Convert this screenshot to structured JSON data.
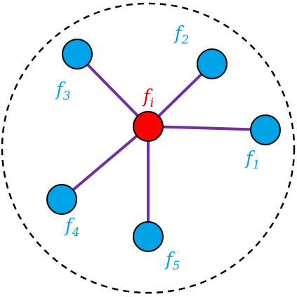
{
  "colors": {
    "center_fill": "#ff0000",
    "center_label": "#dd0000",
    "neighbor_fill": "#00a2e8",
    "neighbor_label": "#00a2e8",
    "edge": "#7030a0",
    "outline": "#000000",
    "boundary": "#000000"
  },
  "center": {
    "letter": "f",
    "subscript": "i"
  },
  "neighbors": [
    {
      "id": "1",
      "letter": "f",
      "subscript": "1"
    },
    {
      "id": "2",
      "letter": "f",
      "subscript": "2"
    },
    {
      "id": "3",
      "letter": "f",
      "subscript": "3"
    },
    {
      "id": "4",
      "letter": "f",
      "subscript": "4"
    },
    {
      "id": "5",
      "letter": "f",
      "subscript": "5"
    }
  ]
}
